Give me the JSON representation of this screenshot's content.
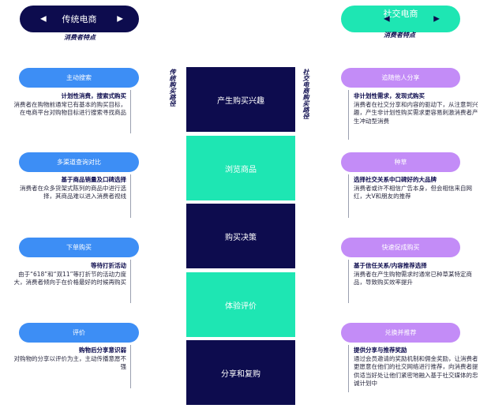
{
  "headers": {
    "left": {
      "label": "传统电商",
      "caption": "消费者特点"
    },
    "right": {
      "label": "社交电商",
      "caption": "消费者特点"
    }
  },
  "vertical_labels": {
    "left": "传统购买路径",
    "right": "社交电商购买路径"
  },
  "steps": [
    {
      "label": "产生购买兴趣",
      "color": "#0d0c4e"
    },
    {
      "label": "浏览商品",
      "color": "#1ee6b3"
    },
    {
      "label": "购买决策",
      "color": "#0d0c4e"
    },
    {
      "label": "体验评价",
      "color": "#1ee6b3"
    },
    {
      "label": "分享和复购",
      "color": "#0d0c4e"
    }
  ],
  "left_items": [
    {
      "pill": "主动搜索",
      "title": "计划性消费，搜索式购买",
      "body": "消费者在购物前通常已有基本的购买目标，在电商平台对购物目标进行搜索寻找商品"
    },
    {
      "pill": "多渠道查询对比",
      "title": "基于商品销量及口碑选择",
      "body": "消费者在众多货架式陈列的商品中进行选择，其商品难以进入消费者视线"
    },
    {
      "pill": "下单购买",
      "title": "等待打折活动",
      "body": "由于“618”和“双11”等打折节的活动力度大，消费者倾向于在价格最好的时候再购买"
    },
    {
      "pill": "评价",
      "title": "购物后分享意识弱",
      "body": "对购物的分享以评价为主，主动传播意愿不强"
    }
  ],
  "right_items": [
    {
      "pill": "追随他人分享",
      "title": "非计划性需求，发现式购买",
      "body": "消费者在社交分享和内容的驱动下，从注意到兴趣，产生非计划性购买需求更容易刺激消费者产生冲动型消费"
    },
    {
      "pill": "种草",
      "title": "选择社交关系中口碑好的大品牌",
      "body": "消费者或许不相信广告本身，但会相信来自网红，大V和朋友的推荐"
    },
    {
      "pill": "快速促成购买",
      "title": "基于信任关系/内容推荐选择",
      "body": "消费者在产生购物需求时通常已种草某特定商品，导致购买效率提升"
    },
    {
      "pill": "兑换并推荐",
      "title": "提供分享与推荐奖励",
      "body": "通过会员邀请的奖励机制和佣金奖励，让消费者更愿意在他们的社交网络进行推荐，向消费者提供适当好处让他们紧密地融入基于社交媒体的忠诚计划中"
    }
  ],
  "colors": {
    "navy": "#0d0c4e",
    "green": "#1ee6b3",
    "blue": "#3d8ef5",
    "purple": "#c38cf7"
  },
  "icons": {
    "left_arrow": "triangle-left-icon",
    "right_arrow": "triangle-right-icon"
  }
}
